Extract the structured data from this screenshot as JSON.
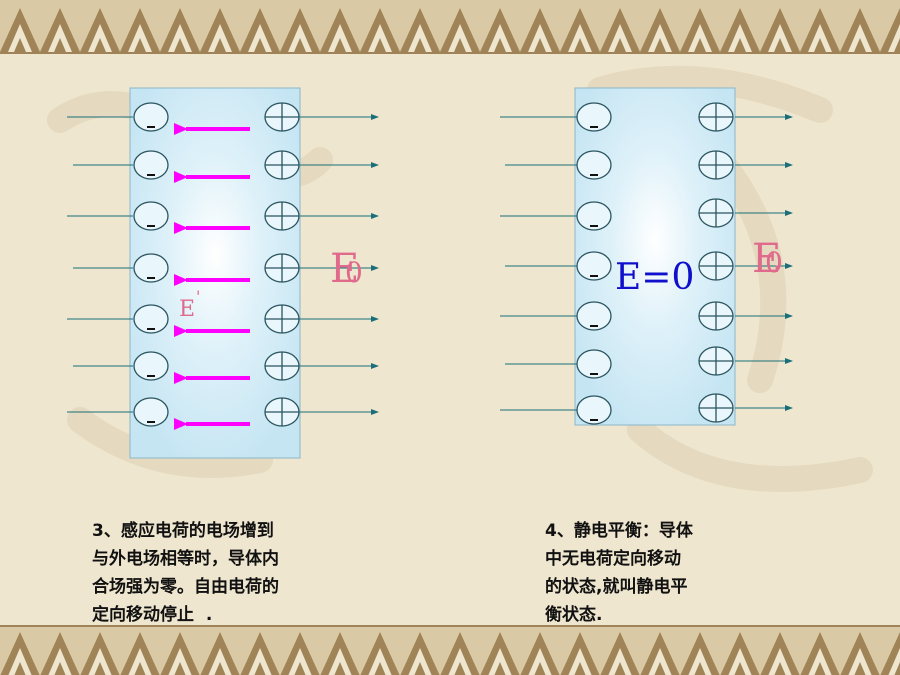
{
  "diagram_left": {
    "field_label_main": "E",
    "field_label_sub": "0",
    "induced_field_label": "E",
    "induced_field_mark": "'"
  },
  "diagram_right": {
    "inside_field_label": "E=0",
    "field_label_main": "E",
    "field_label_sub": "0"
  },
  "captions": {
    "left": "3、感应电荷的电场增到\n与外电场相等时，导体内\n合场强为零。自由电荷的\n定向移动停止  .",
    "right": "4、静电平衡：导体\n中无电荷定向移动\n的状态,就叫静电平\n衡状态."
  },
  "charge_symbols": {
    "negative": "-",
    "positive": "+"
  },
  "colors": {
    "background": "#efe6cf",
    "conductor_fill": "#cfe8f4",
    "conductor_center": "#ffffff",
    "field_line": "#1a6e7a",
    "induced_arrow": "#ff00ff",
    "inside_label": "#1010cc",
    "e0_label": "#e06a8c",
    "border_pattern": "#a08458"
  }
}
